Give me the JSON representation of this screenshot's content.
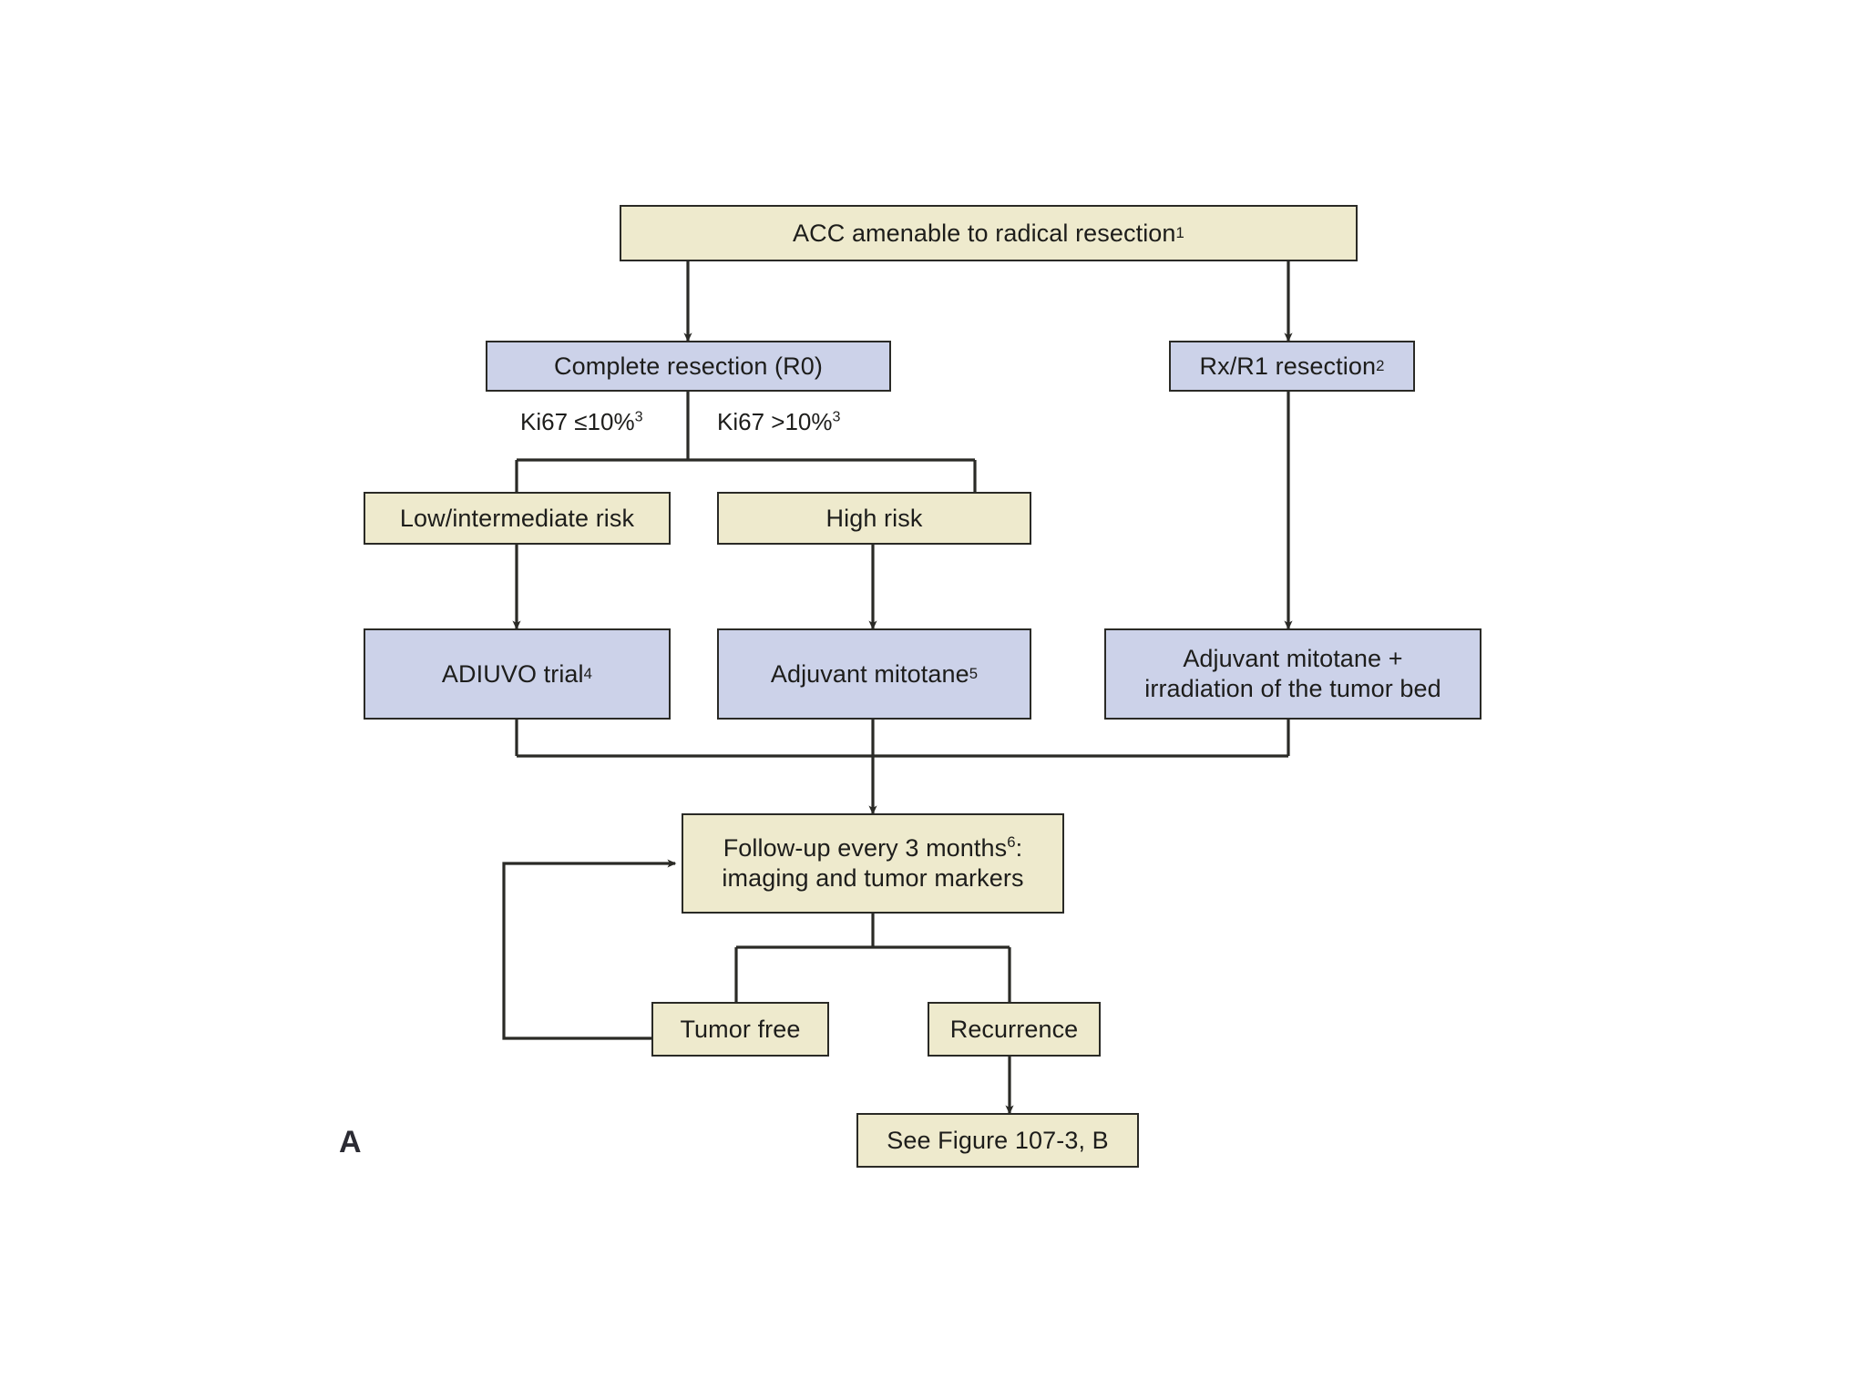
{
  "figure": {
    "panel_letter": "A",
    "colors": {
      "cream_fill": "#eeeacd",
      "blue_fill": "#ccd2e9",
      "stroke": "#2a2a26",
      "background": "#ffffff",
      "text": "#1d1d1b"
    }
  },
  "nodes": {
    "acc_root": {
      "label": "ACC amenable to radical resection",
      "footnote": "1",
      "fill": "cream"
    },
    "complete_resection": {
      "label": "Complete resection (R0)",
      "footnote": "",
      "fill": "blue"
    },
    "rx_r1_resection": {
      "label": "Rx/R1 resection",
      "footnote": "2",
      "fill": "blue"
    },
    "low_intermediate_risk": {
      "label": "Low/intermediate risk",
      "footnote": "",
      "fill": "cream"
    },
    "high_risk": {
      "label": "High risk",
      "footnote": "",
      "fill": "cream"
    },
    "adiuvo_trial": {
      "label": "ADIUVO trial",
      "footnote": "4",
      "fill": "blue"
    },
    "adjuvant_mitotane": {
      "label": "Adjuvant mitotane",
      "footnote": "5",
      "fill": "blue"
    },
    "adjuvant_mitotane_irradiation": {
      "label": "Adjuvant mitotane +\nirradiation of the tumor bed",
      "footnote": "",
      "fill": "blue"
    },
    "follow_up": {
      "label_before": "Follow-up every 3 months",
      "footnote": "6",
      "label_after": ":\nimaging and tumor markers",
      "fill": "cream"
    },
    "tumor_free": {
      "label": "Tumor free",
      "footnote": "",
      "fill": "cream"
    },
    "recurrence": {
      "label": "Recurrence",
      "footnote": "",
      "fill": "cream"
    },
    "see_figure": {
      "label": "See Figure 107-3, B",
      "footnote": "",
      "fill": "cream"
    }
  },
  "edge_labels": {
    "ki67_low": {
      "text": "Ki67 ≤10%",
      "footnote": "3"
    },
    "ki67_high": {
      "text": "Ki67 >10%",
      "footnote": "3"
    }
  }
}
